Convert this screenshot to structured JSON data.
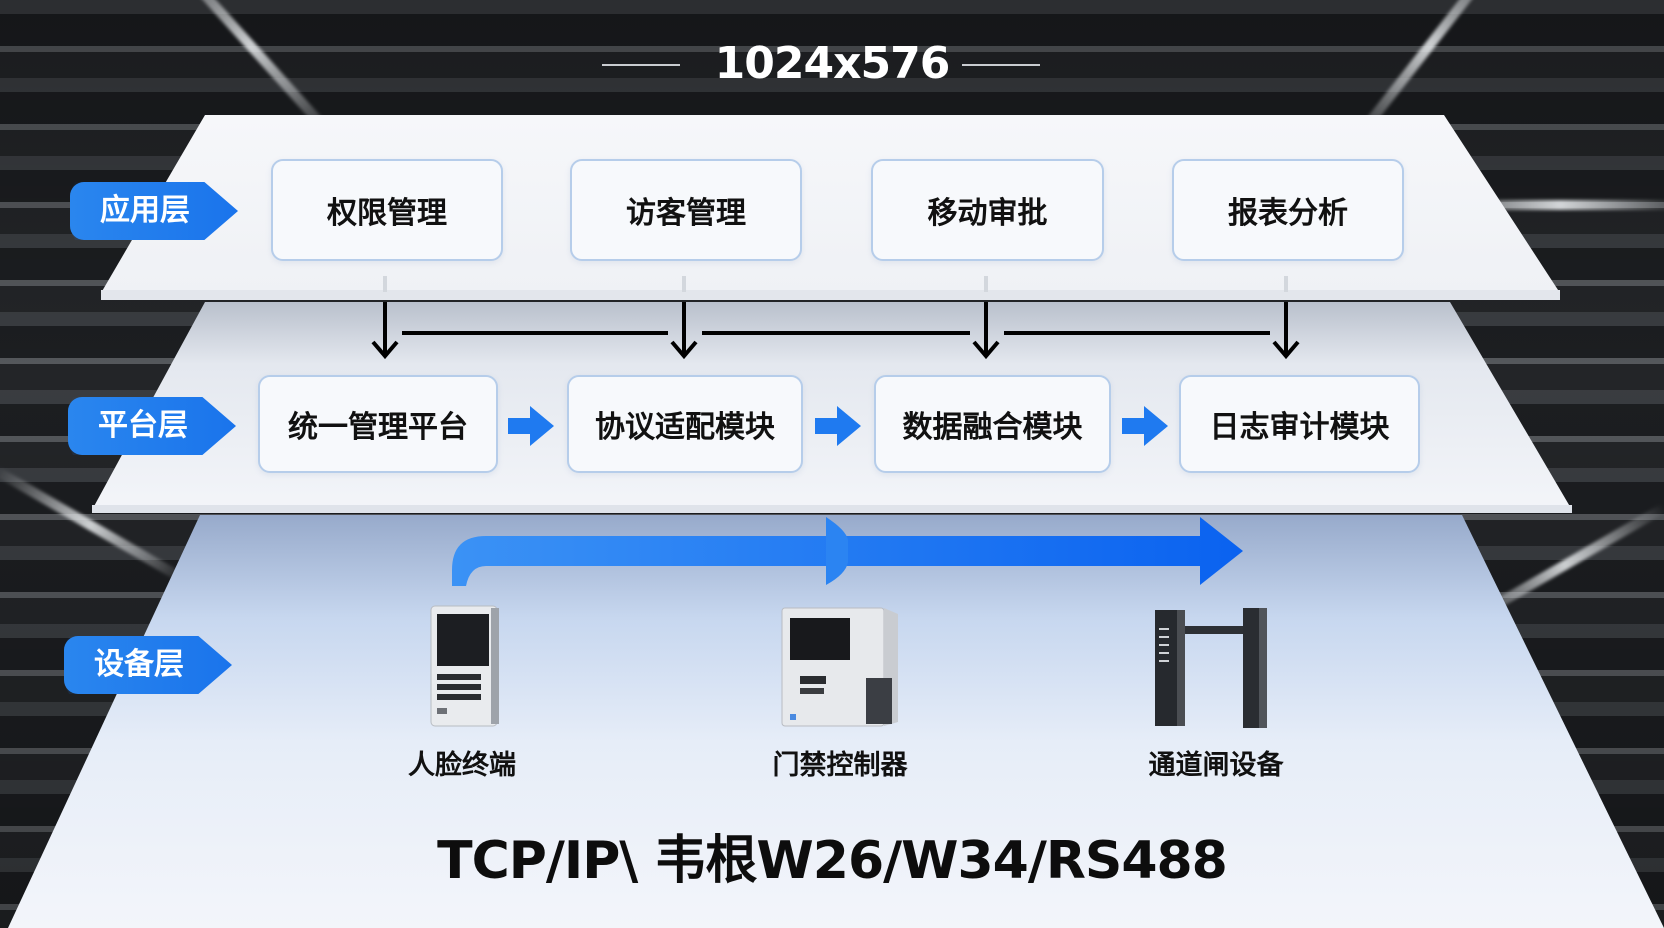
{
  "title": "1024x576",
  "colors": {
    "accent_blue": "#1a74ec",
    "box_border": "#b6cdea",
    "layer_surface": "#f2f4f8",
    "device_layer_top": "#9fb3d2",
    "text": "#111111"
  },
  "layers": [
    {
      "label": "应用层",
      "modules": [
        "权限管理",
        "访客管理",
        "移动审批",
        "报表分析"
      ]
    },
    {
      "label": "平台层",
      "modules": [
        "统一管理平台",
        "协议适配模块",
        "数据融合模块",
        "日志审计模块"
      ]
    },
    {
      "label": "设备层",
      "devices": [
        {
          "label": "人脸终端",
          "icon": "face-terminal-icon"
        },
        {
          "label": "门禁控制器",
          "icon": "access-controller-icon"
        },
        {
          "label": "通道闸设备",
          "icon": "turnstile-gate-icon"
        }
      ]
    }
  ],
  "protocols": "TCP/IP\\ 韦根W26/W34/RS488"
}
